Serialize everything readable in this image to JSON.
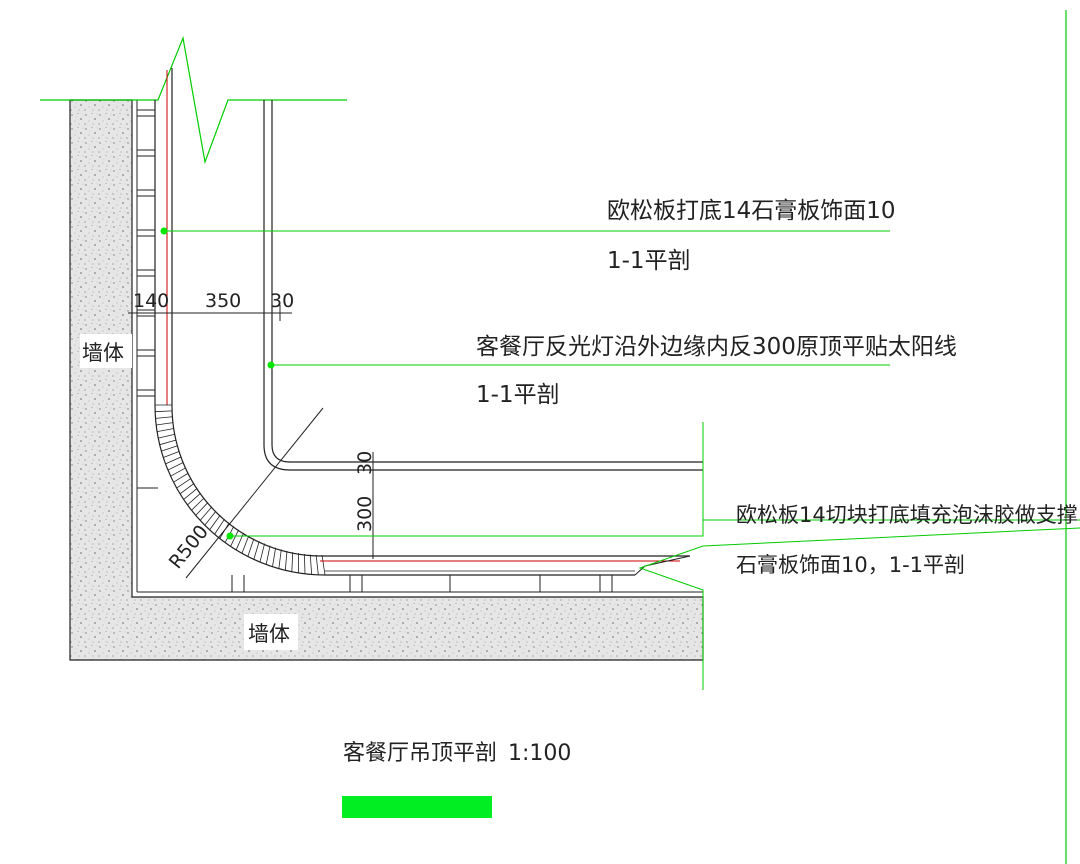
{
  "colors": {
    "line": "#222222",
    "leader": "#00cc00",
    "marker": "#00e600",
    "accent": "#cc0000",
    "wall_fill": "#e4e4e4",
    "title_bar": "#00ee22"
  },
  "labels": {
    "note1_line1": "欧松板打底14石膏板饰面10",
    "note1_line2": "1-1平剖",
    "note2_line1": "客餐厅反光灯沿外边缘内反300原顶平贴太阳线",
    "note2_line2": "1-1平剖",
    "note3_line1": "欧松板14切块打底填充泡沫胶做支撑",
    "note3_line2": "石膏板饰面10，1-1平剖",
    "wall_left": "墙体",
    "wall_bottom": "墙体"
  },
  "dimensions": {
    "dim_140": "140",
    "dim_350": "350",
    "dim_30_horizontal": "30",
    "dim_300": "300",
    "dim_30_vertical": "30",
    "radius": "R500"
  },
  "title": {
    "text": "客餐厅吊顶平剖",
    "scale": "1:100"
  }
}
